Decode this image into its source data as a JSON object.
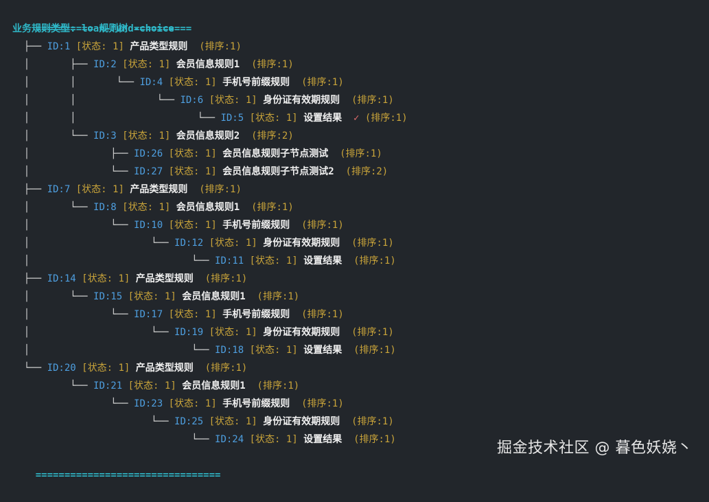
{
  "header": {
    "title_line": "========== 规则树 ==========",
    "biz_label": "业务规则类型: ",
    "biz_value": "loan-fund-choice"
  },
  "nodes": [
    {
      "prefix": "  ├── ",
      "id": "ID:1",
      "status": "[状态: 1]",
      "name": "产品类型规则",
      "check": "",
      "order": "(排序:1)"
    },
    {
      "prefix": "  │       ├── ",
      "id": "ID:2",
      "status": "[状态: 1]",
      "name": "会员信息规则1",
      "check": "",
      "order": "(排序:1)"
    },
    {
      "prefix": "  │       │       └── ",
      "id": "ID:4",
      "status": "[状态: 1]",
      "name": "手机号前缀规则",
      "check": "",
      "order": "(排序:1)"
    },
    {
      "prefix": "  │       │              └── ",
      "id": "ID:6",
      "status": "[状态: 1]",
      "name": "身份证有效期规则",
      "check": "",
      "order": "(排序:1)"
    },
    {
      "prefix": "  │       │                     └── ",
      "id": "ID:5",
      "status": "[状态: 1]",
      "name": "设置结果",
      "check": " ✓",
      "order": "(排序:1)"
    },
    {
      "prefix": "  │       └── ",
      "id": "ID:3",
      "status": "[状态: 1]",
      "name": "会员信息规则2",
      "check": "",
      "order": "(排序:2)"
    },
    {
      "prefix": "  │              ├── ",
      "id": "ID:26",
      "status": "[状态: 1]",
      "name": "会员信息规则子节点测试",
      "check": "",
      "order": "(排序:1)"
    },
    {
      "prefix": "  │              └── ",
      "id": "ID:27",
      "status": "[状态: 1]",
      "name": "会员信息规则子节点测试2",
      "check": "",
      "order": "(排序:2)"
    },
    {
      "prefix": "  ├── ",
      "id": "ID:7",
      "status": "[状态: 1]",
      "name": "产品类型规则",
      "check": "",
      "order": "(排序:1)"
    },
    {
      "prefix": "  │       └── ",
      "id": "ID:8",
      "status": "[状态: 1]",
      "name": "会员信息规则1",
      "check": "",
      "order": "(排序:1)"
    },
    {
      "prefix": "  │              └── ",
      "id": "ID:10",
      "status": "[状态: 1]",
      "name": "手机号前缀规则",
      "check": "",
      "order": "(排序:1)"
    },
    {
      "prefix": "  │                     └── ",
      "id": "ID:12",
      "status": "[状态: 1]",
      "name": "身份证有效期规则",
      "check": "",
      "order": "(排序:1)"
    },
    {
      "prefix": "  │                            └── ",
      "id": "ID:11",
      "status": "[状态: 1]",
      "name": "设置结果",
      "check": "",
      "order": "(排序:1)"
    },
    {
      "prefix": "  ├── ",
      "id": "ID:14",
      "status": "[状态: 1]",
      "name": "产品类型规则",
      "check": "",
      "order": "(排序:1)"
    },
    {
      "prefix": "  │       └── ",
      "id": "ID:15",
      "status": "[状态: 1]",
      "name": "会员信息规则1",
      "check": "",
      "order": "(排序:1)"
    },
    {
      "prefix": "  │              └── ",
      "id": "ID:17",
      "status": "[状态: 1]",
      "name": "手机号前缀规则",
      "check": "",
      "order": "(排序:1)"
    },
    {
      "prefix": "  │                     └── ",
      "id": "ID:19",
      "status": "[状态: 1]",
      "name": "身份证有效期规则",
      "check": "",
      "order": "(排序:1)"
    },
    {
      "prefix": "  │                            └── ",
      "id": "ID:18",
      "status": "[状态: 1]",
      "name": "设置结果",
      "check": "",
      "order": "(排序:1)"
    },
    {
      "prefix": "  └── ",
      "id": "ID:20",
      "status": "[状态: 1]",
      "name": "产品类型规则",
      "check": "",
      "order": "(排序:1)"
    },
    {
      "prefix": "          └── ",
      "id": "ID:21",
      "status": "[状态: 1]",
      "name": "会员信息规则1",
      "check": "",
      "order": "(排序:1)"
    },
    {
      "prefix": "                 └── ",
      "id": "ID:23",
      "status": "[状态: 1]",
      "name": "手机号前缀规则",
      "check": "",
      "order": "(排序:1)"
    },
    {
      "prefix": "                        └── ",
      "id": "ID:25",
      "status": "[状态: 1]",
      "name": "身份证有效期规则",
      "check": "",
      "order": "(排序:1)"
    },
    {
      "prefix": "                               └── ",
      "id": "ID:24",
      "status": "[状态: 1]",
      "name": "设置结果",
      "check": "",
      "order": "(排序:1)"
    }
  ],
  "footer": {
    "separator": "================================"
  },
  "watermark": "掘金技术社区 @ 暮色妖娆丶",
  "colors": {
    "background": "#22262b",
    "header": "#2fb7c7",
    "id": "#4e9fe0",
    "status": "#c9a43a",
    "name": "#f0f0f0",
    "check": "#e06c6c"
  }
}
